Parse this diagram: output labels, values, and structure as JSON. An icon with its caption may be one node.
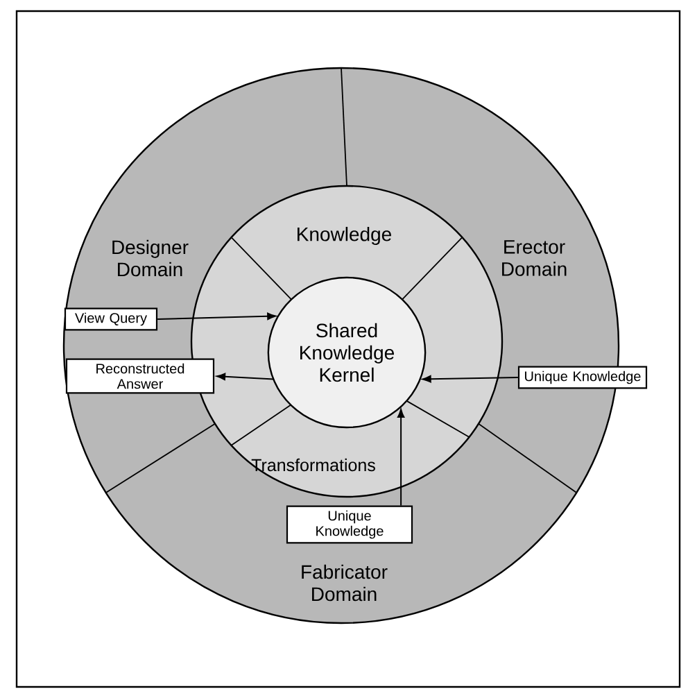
{
  "diagram": {
    "nodes": [
      {
        "text": [
          "Shared Knowledge Kernel"
        ]
      },
      {
        "text": [
          "Knowledge"
        ]
      },
      {
        "text": [
          "Transformations"
        ]
      },
      {
        "text": [
          "Designer Domain"
        ]
      },
      {
        "text": [
          "Erector Domain"
        ]
      },
      {
        "text": [
          "Fabricator Domain"
        ]
      },
      {
        "text": [
          "View Query"
        ]
      },
      {
        "text": [
          "Reconstructed Answer"
        ]
      },
      {
        "text": [
          "Unique Knowledge"
        ]
      },
      {
        "text": [
          "Unique Knowledge"
        ]
      }
    ],
    "edges": [
      {
        "from": 6,
        "to": 0,
        "arrow": "to"
      },
      {
        "from": 0,
        "to": 7,
        "arrow": "to"
      },
      {
        "from": 8,
        "to": 0,
        "arrow": "to"
      },
      {
        "from": 9,
        "to": 0,
        "arrow": "to"
      }
    ]
  }
}
